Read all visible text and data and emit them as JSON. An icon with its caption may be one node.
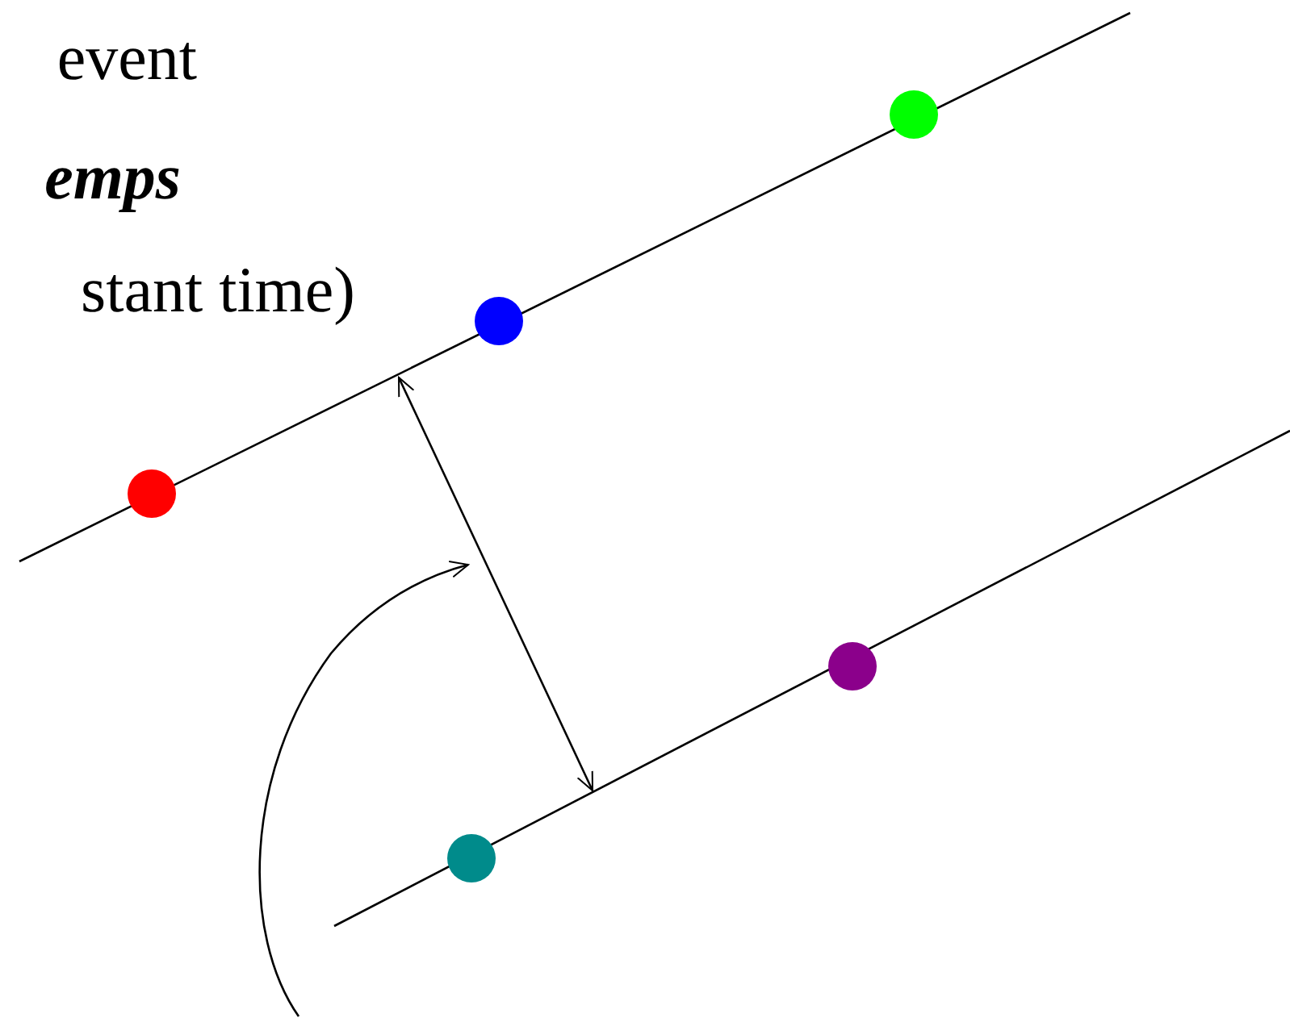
{
  "diagram": {
    "labels": [
      "event",
      "emps",
      "stant time)"
    ]
  }
}
